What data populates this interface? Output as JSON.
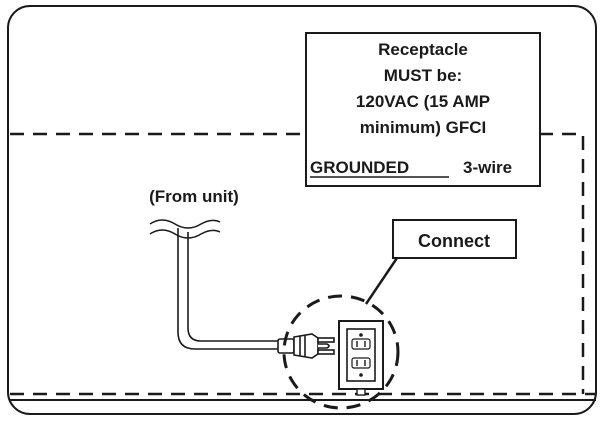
{
  "receptacle_note": {
    "lines": [
      "Receptacle",
      "MUST be:",
      "120VAC (15 AMP",
      "minimum) GFCI"
    ],
    "grounded_word": "GROUNDED",
    "wire_word": "3-wire"
  },
  "from_unit_label": "(From unit)",
  "connect_label": "Connect"
}
